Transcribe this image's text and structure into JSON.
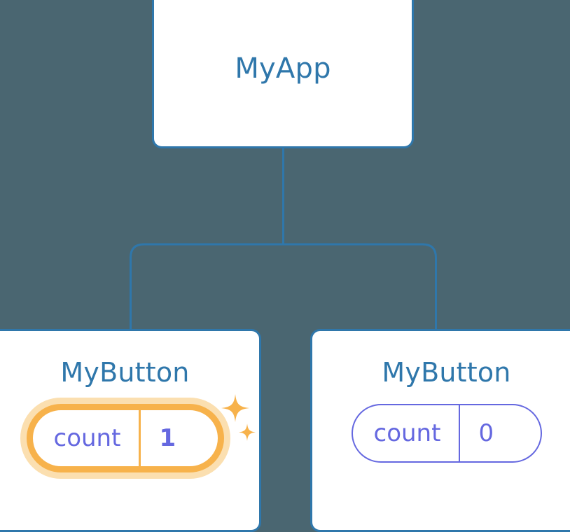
{
  "diagram": {
    "type": "component-tree",
    "background_color": "#4a6671",
    "node_border_color": "#2f77ab",
    "node_title_color": "#2f77ab",
    "state_color": "#6568e0",
    "highlight_color": "#f7b24b",
    "highlight_glow_color": "#fbdfb0",
    "connector_color": "#2f77ab"
  },
  "root": {
    "title": "MyApp"
  },
  "children": [
    {
      "title": "MyButton",
      "state": {
        "key": "count",
        "value": "1"
      },
      "highlighted": true,
      "sparkle_icons": [
        "sparkle-large-icon",
        "sparkle-small-icon"
      ]
    },
    {
      "title": "MyButton",
      "state": {
        "key": "count",
        "value": "0"
      },
      "highlighted": false
    }
  ]
}
